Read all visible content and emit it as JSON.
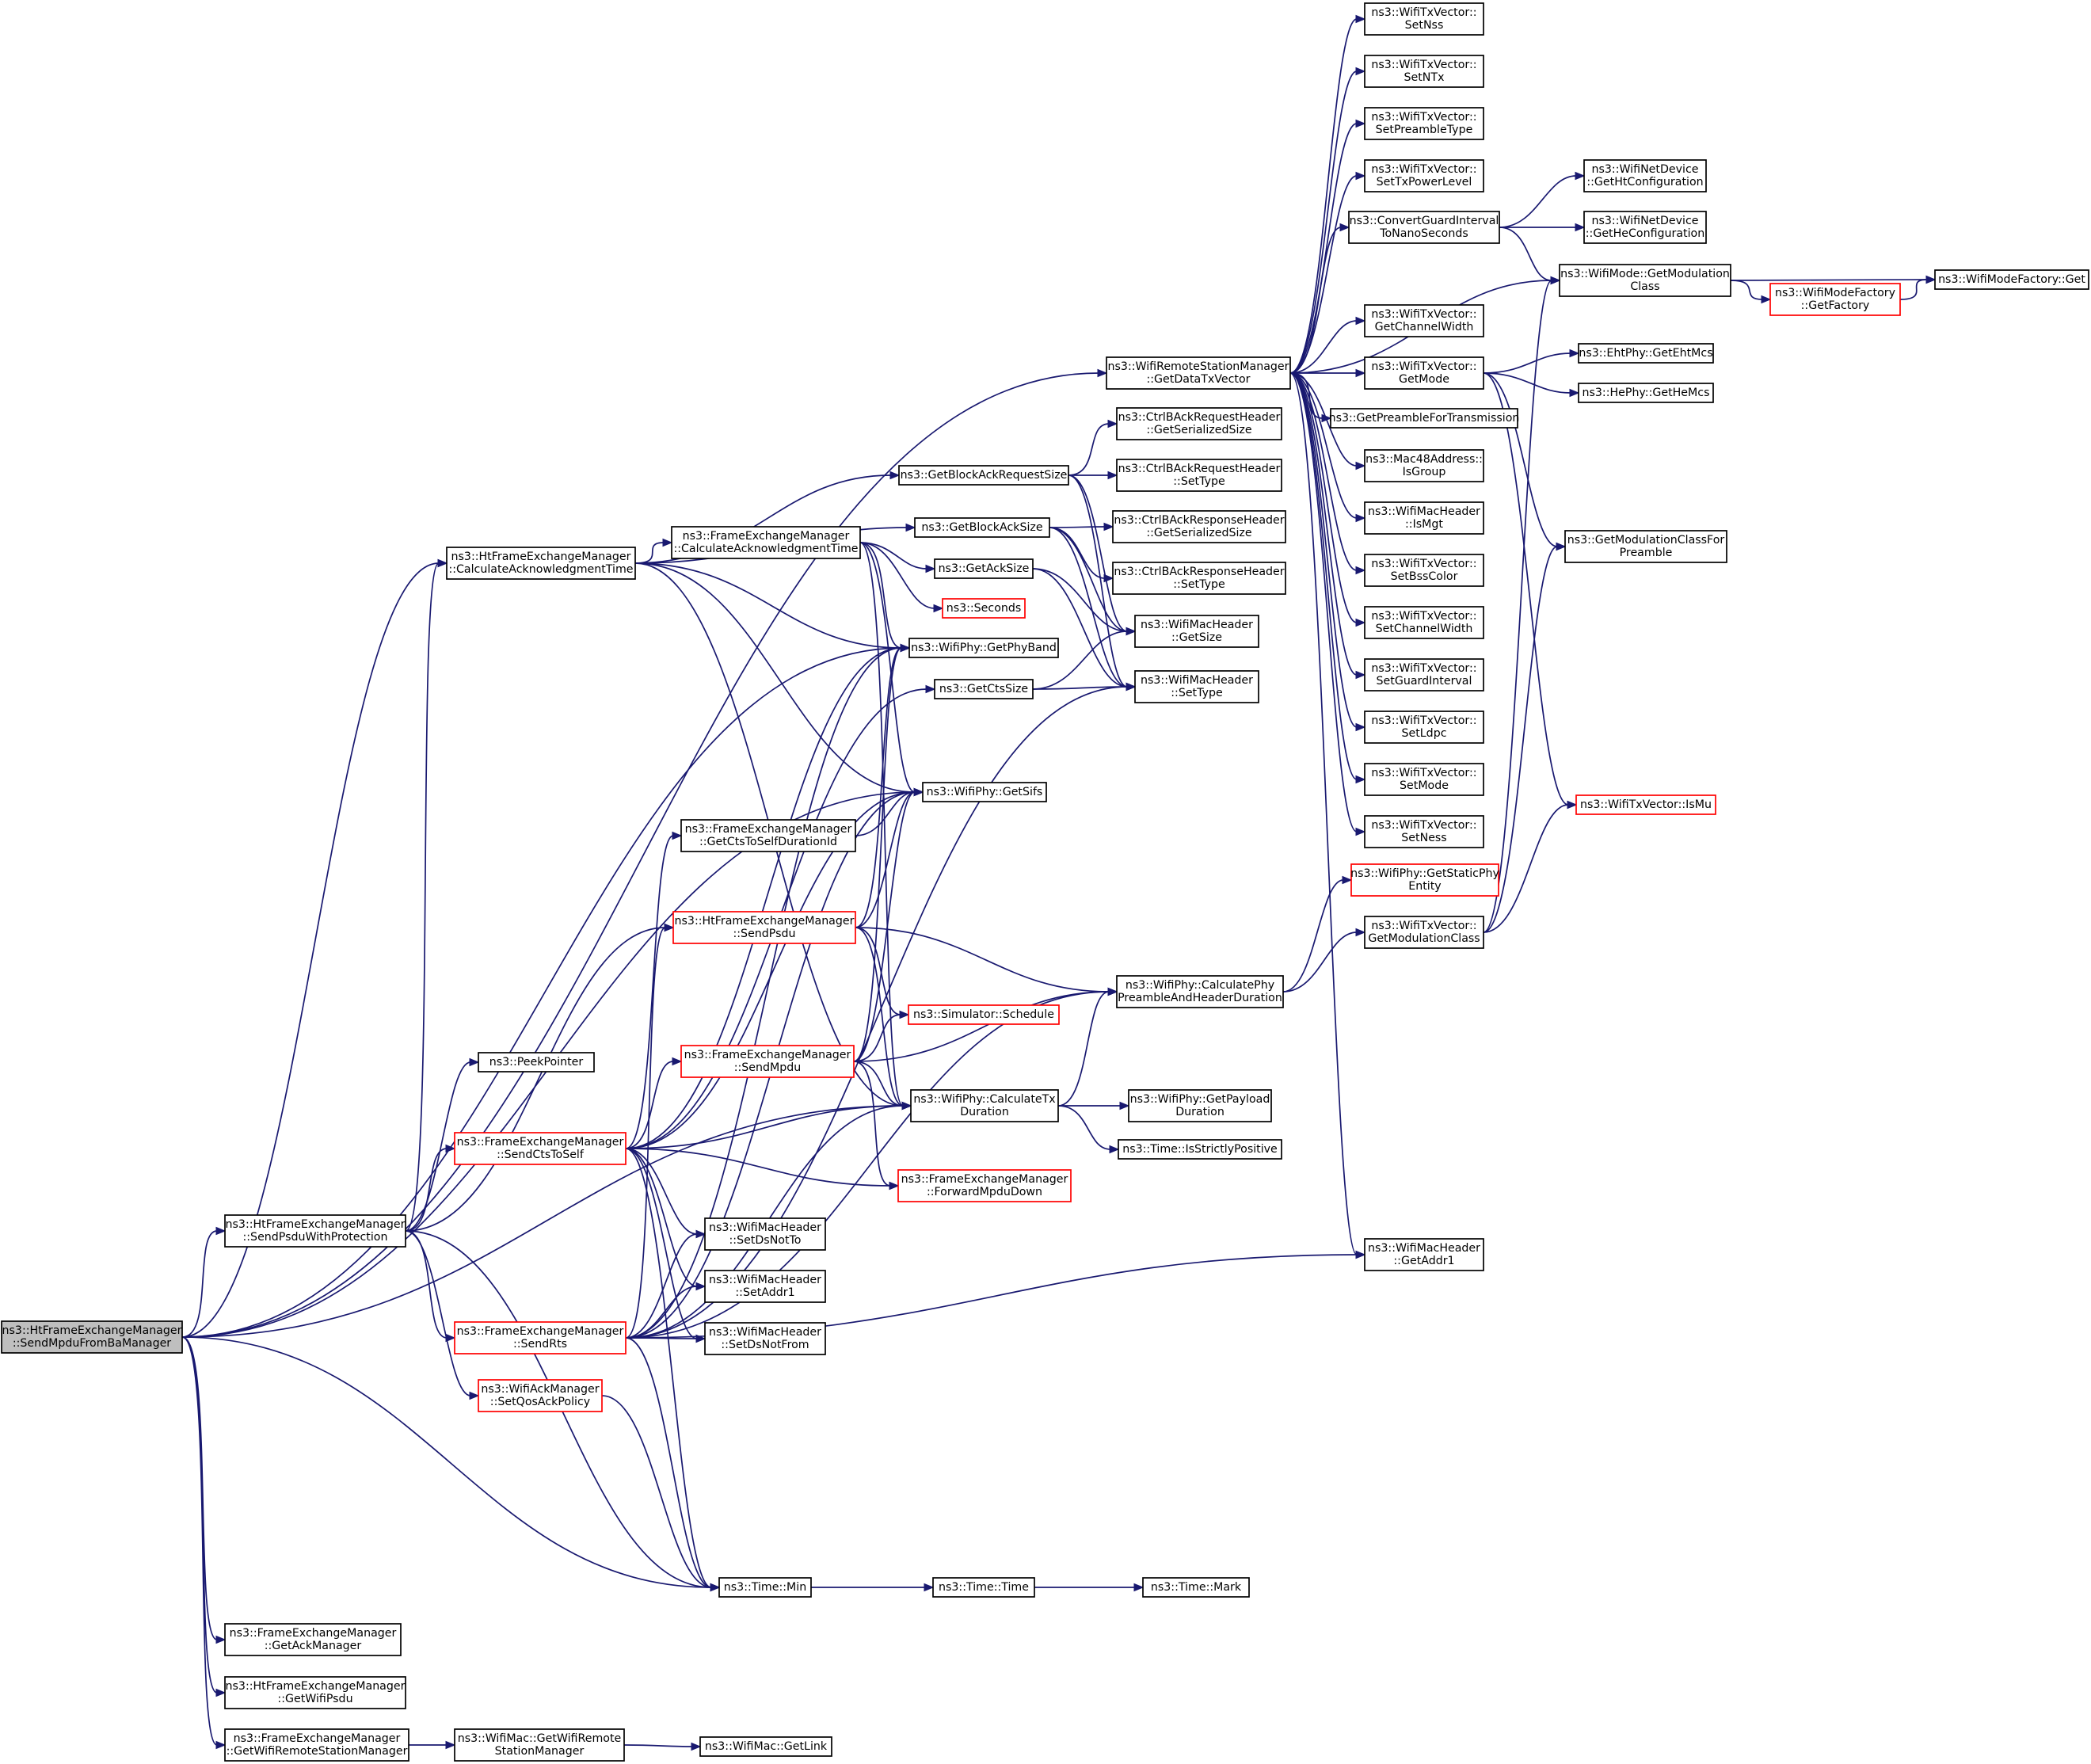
{
  "graph": {
    "type": "call-graph",
    "colors": {
      "edge": "#191970",
      "node_border": "#000000",
      "node_border_partial": "#ff0000",
      "root_fill": "#bfbfbf",
      "node_fill": "#ffffff",
      "background": "#ffffff"
    },
    "nodes": [
      {
        "id": "root",
        "lines": [
          "ns3::HtFrameExchangeManager",
          "::SendMpduFromBaManager"
        ],
        "style": "root"
      },
      {
        "id": "getDataTxVector",
        "lines": [
          "ns3::WifiRemoteStationManager",
          "::GetDataTxVector"
        ],
        "style": "normal"
      },
      {
        "id": "htCalcAck",
        "lines": [
          "ns3::HtFrameExchangeManager",
          "::CalculateAcknowledgmentTime"
        ],
        "style": "normal"
      },
      {
        "id": "sendPsduWithProt",
        "lines": [
          "ns3::HtFrameExchangeManager",
          "::SendPsduWithProtection"
        ],
        "style": "normal"
      },
      {
        "id": "getAckManager",
        "lines": [
          "ns3::FrameExchangeManager",
          "::GetAckManager"
        ],
        "style": "normal"
      },
      {
        "id": "getWifiPsdu",
        "lines": [
          "ns3::HtFrameExchangeManager",
          "::GetWifiPsdu"
        ],
        "style": "normal"
      },
      {
        "id": "getWifiRSM",
        "lines": [
          "ns3::FrameExchangeManager",
          "::GetWifiRemoteStationManager"
        ],
        "style": "normal"
      },
      {
        "id": "peekPointer",
        "lines": [
          "ns3::PeekPointer"
        ],
        "style": "normal"
      },
      {
        "id": "sendCtsToSelf",
        "lines": [
          "ns3::FrameExchangeManager",
          "::SendCtsToSelf"
        ],
        "style": "partial"
      },
      {
        "id": "sendRts",
        "lines": [
          "ns3::FrameExchangeManager",
          "::SendRts"
        ],
        "style": "partial"
      },
      {
        "id": "setQosAckPolicy",
        "lines": [
          "ns3::WifiAckManager",
          "::SetQosAckPolicy"
        ],
        "style": "partial"
      },
      {
        "id": "macGetWifiRSM",
        "lines": [
          "ns3::WifiMac::GetWifiRemote",
          "StationManager"
        ],
        "style": "normal"
      },
      {
        "id": "macGetLink",
        "lines": [
          "ns3::WifiMac::GetLink"
        ],
        "style": "normal"
      },
      {
        "id": "femCalcAck",
        "lines": [
          "ns3::FrameExchangeManager",
          "::CalculateAcknowledgmentTime"
        ],
        "style": "normal"
      },
      {
        "id": "getCtsToSelfDur",
        "lines": [
          "ns3::FrameExchangeManager",
          "::GetCtsToSelfDurationId"
        ],
        "style": "normal"
      },
      {
        "id": "htSendPsdu",
        "lines": [
          "ns3::HtFrameExchangeManager",
          "::SendPsdu"
        ],
        "style": "partial"
      },
      {
        "id": "femSendMpdu",
        "lines": [
          "ns3::FrameExchangeManager",
          "::SendMpdu"
        ],
        "style": "partial"
      },
      {
        "id": "setDsNotTo",
        "lines": [
          "ns3::WifiMacHeader",
          "::SetDsNotTo"
        ],
        "style": "normal"
      },
      {
        "id": "setAddr1",
        "lines": [
          "ns3::WifiMacHeader",
          "::SetAddr1"
        ],
        "style": "normal"
      },
      {
        "id": "setDsNotFrom",
        "lines": [
          "ns3::WifiMacHeader",
          "::SetDsNotFrom"
        ],
        "style": "normal"
      },
      {
        "id": "timeMin",
        "lines": [
          "ns3::Time::Min"
        ],
        "style": "normal"
      },
      {
        "id": "getBarSize",
        "lines": [
          "ns3::GetBlockAckRequestSize"
        ],
        "style": "normal"
      },
      {
        "id": "getBaSize",
        "lines": [
          "ns3::GetBlockAckSize"
        ],
        "style": "normal"
      },
      {
        "id": "getAckSize",
        "lines": [
          "ns3::GetAckSize"
        ],
        "style": "normal"
      },
      {
        "id": "seconds",
        "lines": [
          "ns3::Seconds"
        ],
        "style": "partial"
      },
      {
        "id": "getPhyBand",
        "lines": [
          "ns3::WifiPhy::GetPhyBand"
        ],
        "style": "normal"
      },
      {
        "id": "getCtsSize",
        "lines": [
          "ns3::GetCtsSize"
        ],
        "style": "normal"
      },
      {
        "id": "getSifs",
        "lines": [
          "ns3::WifiPhy::GetSifs"
        ],
        "style": "normal"
      },
      {
        "id": "schedule",
        "lines": [
          "ns3::Simulator::Schedule"
        ],
        "style": "partial"
      },
      {
        "id": "calcTxDur",
        "lines": [
          "ns3::WifiPhy::CalculateTx",
          "Duration"
        ],
        "style": "normal"
      },
      {
        "id": "forwardMpdu",
        "lines": [
          "ns3::FrameExchangeManager",
          "::ForwardMpduDown"
        ],
        "style": "partial"
      },
      {
        "id": "timeTime",
        "lines": [
          "ns3::Time::Time"
        ],
        "style": "normal"
      },
      {
        "id": "barGetSerSize",
        "lines": [
          "ns3::CtrlBAckRequestHeader",
          "::GetSerializedSize"
        ],
        "style": "normal"
      },
      {
        "id": "barSetType",
        "lines": [
          "ns3::CtrlBAckRequestHeader",
          "::SetType"
        ],
        "style": "normal"
      },
      {
        "id": "baRespGetSerSize",
        "lines": [
          "ns3::CtrlBAckResponseHeader",
          "::GetSerializedSize"
        ],
        "style": "normal"
      },
      {
        "id": "baRespSetType",
        "lines": [
          "ns3::CtrlBAckResponseHeader",
          "::SetType"
        ],
        "style": "normal"
      },
      {
        "id": "macHdrGetSize",
        "lines": [
          "ns3::WifiMacHeader",
          "::GetSize"
        ],
        "style": "normal"
      },
      {
        "id": "macHdrSetType",
        "lines": [
          "ns3::WifiMacHeader",
          "::SetType"
        ],
        "style": "normal"
      },
      {
        "id": "calcPhyPreamble",
        "lines": [
          "ns3::WifiPhy::CalculatePhy",
          "PreambleAndHeaderDuration"
        ],
        "style": "normal"
      },
      {
        "id": "getPayloadDur",
        "lines": [
          "ns3::WifiPhy::GetPayload",
          "Duration"
        ],
        "style": "normal"
      },
      {
        "id": "isStrictlyPos",
        "lines": [
          "ns3::Time::IsStrictlyPositive"
        ],
        "style": "normal"
      },
      {
        "id": "timeMark",
        "lines": [
          "ns3::Time::Mark"
        ],
        "style": "normal"
      },
      {
        "id": "setNss",
        "lines": [
          "ns3::WifiTxVector::",
          "SetNss"
        ],
        "style": "normal"
      },
      {
        "id": "setNTx",
        "lines": [
          "ns3::WifiTxVector::",
          "SetNTx"
        ],
        "style": "normal"
      },
      {
        "id": "setPreambleType",
        "lines": [
          "ns3::WifiTxVector::",
          "SetPreambleType"
        ],
        "style": "normal"
      },
      {
        "id": "setTxPowerLevel",
        "lines": [
          "ns3::WifiTxVector::",
          "SetTxPowerLevel"
        ],
        "style": "normal"
      },
      {
        "id": "convertGI",
        "lines": [
          "ns3::ConvertGuardInterval",
          "ToNanoSeconds"
        ],
        "style": "normal"
      },
      {
        "id": "getChannelWidth",
        "lines": [
          "ns3::WifiTxVector::",
          "GetChannelWidth"
        ],
        "style": "normal"
      },
      {
        "id": "txvGetMode",
        "lines": [
          "ns3::WifiTxVector::",
          "GetMode"
        ],
        "style": "normal"
      },
      {
        "id": "getPreambleForTx",
        "lines": [
          "ns3::GetPreambleForTransmission"
        ],
        "style": "normal"
      },
      {
        "id": "isGroup",
        "lines": [
          "ns3::Mac48Address::",
          "IsGroup"
        ],
        "style": "normal"
      },
      {
        "id": "isMgt",
        "lines": [
          "ns3::WifiMacHeader",
          "::IsMgt"
        ],
        "style": "normal"
      },
      {
        "id": "setBssColor",
        "lines": [
          "ns3::WifiTxVector::",
          "SetBssColor"
        ],
        "style": "normal"
      },
      {
        "id": "setChannelWidth",
        "lines": [
          "ns3::WifiTxVector::",
          "SetChannelWidth"
        ],
        "style": "normal"
      },
      {
        "id": "setGuardInterval",
        "lines": [
          "ns3::WifiTxVector::",
          "SetGuardInterval"
        ],
        "style": "normal"
      },
      {
        "id": "setLdpc",
        "lines": [
          "ns3::WifiTxVector::",
          "SetLdpc"
        ],
        "style": "normal"
      },
      {
        "id": "setMode",
        "lines": [
          "ns3::WifiTxVector::",
          "SetMode"
        ],
        "style": "normal"
      },
      {
        "id": "setNess",
        "lines": [
          "ns3::WifiTxVector::",
          "SetNess"
        ],
        "style": "normal"
      },
      {
        "id": "getStaticPhyEntity",
        "lines": [
          "ns3::WifiPhy::GetStaticPhy",
          "Entity"
        ],
        "style": "partial"
      },
      {
        "id": "txvGetModClass",
        "lines": [
          "ns3::WifiTxVector::",
          "GetModulationClass"
        ],
        "style": "normal"
      },
      {
        "id": "getAddr1",
        "lines": [
          "ns3::WifiMacHeader",
          "::GetAddr1"
        ],
        "style": "normal"
      },
      {
        "id": "getHtConfig",
        "lines": [
          "ns3::WifiNetDevice",
          "::GetHtConfiguration"
        ],
        "style": "normal"
      },
      {
        "id": "getHeConfig",
        "lines": [
          "ns3::WifiNetDevice",
          "::GetHeConfiguration"
        ],
        "style": "normal"
      },
      {
        "id": "modeGetModClass",
        "lines": [
          "ns3::WifiMode::GetModulation",
          "Class"
        ],
        "style": "normal"
      },
      {
        "id": "ehtGetMcs",
        "lines": [
          "ns3::EhtPhy::GetEhtMcs"
        ],
        "style": "normal"
      },
      {
        "id": "heGetMcs",
        "lines": [
          "ns3::HePhy::GetHeMcs"
        ],
        "style": "normal"
      },
      {
        "id": "getModClassForPreamble",
        "lines": [
          "ns3::GetModulationClassFor",
          "Preamble"
        ],
        "style": "normal"
      },
      {
        "id": "txvIsMu",
        "lines": [
          "ns3::WifiTxVector::IsMu"
        ],
        "style": "partial"
      },
      {
        "id": "modeFactoryGetFactory",
        "lines": [
          "ns3::WifiModeFactory",
          "::GetFactory"
        ],
        "style": "partial"
      },
      {
        "id": "modeFactoryGet",
        "lines": [
          "ns3::WifiModeFactory::Get"
        ],
        "style": "normal"
      }
    ],
    "edges": [
      [
        "root",
        "getDataTxVector"
      ],
      [
        "root",
        "htCalcAck"
      ],
      [
        "root",
        "getPhyBand"
      ],
      [
        "root",
        "getSifs"
      ],
      [
        "root",
        "sendPsduWithProt"
      ],
      [
        "root",
        "timeMin"
      ],
      [
        "root",
        "calcTxDur"
      ],
      [
        "root",
        "getAckManager"
      ],
      [
        "root",
        "getWifiPsdu"
      ],
      [
        "root",
        "getWifiRSM"
      ],
      [
        "htCalcAck",
        "femCalcAck"
      ],
      [
        "htCalcAck",
        "getBarSize"
      ],
      [
        "htCalcAck",
        "getBaSize"
      ],
      [
        "htCalcAck",
        "getPhyBand"
      ],
      [
        "htCalcAck",
        "getSifs"
      ],
      [
        "htCalcAck",
        "calcTxDur"
      ],
      [
        "sendPsduWithProt",
        "htCalcAck"
      ],
      [
        "sendPsduWithProt",
        "peekPointer"
      ],
      [
        "sendPsduWithProt",
        "sendCtsToSelf"
      ],
      [
        "sendPsduWithProt",
        "sendRts"
      ],
      [
        "sendPsduWithProt",
        "setQosAckPolicy"
      ],
      [
        "sendPsduWithProt",
        "htSendPsdu"
      ],
      [
        "sendPsduWithProt",
        "timeMin"
      ],
      [
        "getWifiRSM",
        "macGetWifiRSM"
      ],
      [
        "macGetWifiRSM",
        "macGetLink"
      ],
      [
        "femCalcAck",
        "getAckSize"
      ],
      [
        "femCalcAck",
        "seconds"
      ],
      [
        "femCalcAck",
        "getPhyBand"
      ],
      [
        "femCalcAck",
        "getSifs"
      ],
      [
        "femCalcAck",
        "calcTxDur"
      ],
      [
        "sendCtsToSelf",
        "getCtsToSelfDur"
      ],
      [
        "sendCtsToSelf",
        "getPhyBand"
      ],
      [
        "sendCtsToSelf",
        "getSifs"
      ],
      [
        "sendCtsToSelf",
        "getCtsSize"
      ],
      [
        "sendCtsToSelf",
        "femSendMpdu"
      ],
      [
        "sendCtsToSelf",
        "calcTxDur"
      ],
      [
        "sendCtsToSelf",
        "forwardMpdu"
      ],
      [
        "sendCtsToSelf",
        "setDsNotTo"
      ],
      [
        "sendCtsToSelf",
        "setAddr1"
      ],
      [
        "sendCtsToSelf",
        "setDsNotFrom"
      ],
      [
        "sendCtsToSelf",
        "timeMin"
      ],
      [
        "sendRts",
        "htSendPsdu"
      ],
      [
        "sendRts",
        "getPhyBand"
      ],
      [
        "sendRts",
        "getSifs"
      ],
      [
        "sendRts",
        "setDsNotTo"
      ],
      [
        "sendRts",
        "setAddr1"
      ],
      [
        "sendRts",
        "setDsNotFrom"
      ],
      [
        "sendRts",
        "calcTxDur"
      ],
      [
        "sendRts",
        "calcPhyPreamble"
      ],
      [
        "sendRts",
        "macHdrSetType"
      ],
      [
        "sendRts",
        "getAddr1"
      ],
      [
        "sendRts",
        "timeMin"
      ],
      [
        "setQosAckPolicy",
        "timeMin"
      ],
      [
        "getCtsToSelfDur",
        "getSifs"
      ],
      [
        "htSendPsdu",
        "getPhyBand"
      ],
      [
        "htSendPsdu",
        "getSifs"
      ],
      [
        "htSendPsdu",
        "schedule"
      ],
      [
        "htSendPsdu",
        "calcPhyPreamble"
      ],
      [
        "htSendPsdu",
        "calcTxDur"
      ],
      [
        "femSendMpdu",
        "getPhyBand"
      ],
      [
        "femSendMpdu",
        "getSifs"
      ],
      [
        "femSendMpdu",
        "schedule"
      ],
      [
        "femSendMpdu",
        "calcPhyPreamble"
      ],
      [
        "femSendMpdu",
        "calcTxDur"
      ],
      [
        "femSendMpdu",
        "forwardMpdu"
      ],
      [
        "timeMin",
        "timeTime"
      ],
      [
        "timeTime",
        "timeMark"
      ],
      [
        "getBarSize",
        "barGetSerSize"
      ],
      [
        "getBarSize",
        "barSetType"
      ],
      [
        "getBarSize",
        "macHdrGetSize"
      ],
      [
        "getBarSize",
        "macHdrSetType"
      ],
      [
        "getBaSize",
        "baRespGetSerSize"
      ],
      [
        "getBaSize",
        "baRespSetType"
      ],
      [
        "getBaSize",
        "macHdrGetSize"
      ],
      [
        "getBaSize",
        "macHdrSetType"
      ],
      [
        "getAckSize",
        "macHdrGetSize"
      ],
      [
        "getAckSize",
        "macHdrSetType"
      ],
      [
        "getCtsSize",
        "macHdrGetSize"
      ],
      [
        "getCtsSize",
        "macHdrSetType"
      ],
      [
        "calcTxDur",
        "calcPhyPreamble"
      ],
      [
        "calcTxDur",
        "getPayloadDur"
      ],
      [
        "calcTxDur",
        "isStrictlyPos"
      ],
      [
        "calcPhyPreamble",
        "getStaticPhyEntity"
      ],
      [
        "calcPhyPreamble",
        "txvGetModClass"
      ],
      [
        "getDataTxVector",
        "setNss"
      ],
      [
        "getDataTxVector",
        "setNTx"
      ],
      [
        "getDataTxVector",
        "setPreambleType"
      ],
      [
        "getDataTxVector",
        "setTxPowerLevel"
      ],
      [
        "getDataTxVector",
        "convertGI"
      ],
      [
        "getDataTxVector",
        "modeGetModClass"
      ],
      [
        "getDataTxVector",
        "getChannelWidth"
      ],
      [
        "getDataTxVector",
        "txvGetMode"
      ],
      [
        "getDataTxVector",
        "getPreambleForTx"
      ],
      [
        "getDataTxVector",
        "isGroup"
      ],
      [
        "getDataTxVector",
        "isMgt"
      ],
      [
        "getDataTxVector",
        "setBssColor"
      ],
      [
        "getDataTxVector",
        "setChannelWidth"
      ],
      [
        "getDataTxVector",
        "setGuardInterval"
      ],
      [
        "getDataTxVector",
        "setLdpc"
      ],
      [
        "getDataTxVector",
        "setMode"
      ],
      [
        "getDataTxVector",
        "setNess"
      ],
      [
        "getDataTxVector",
        "getAddr1"
      ],
      [
        "convertGI",
        "getHtConfig"
      ],
      [
        "convertGI",
        "getHeConfig"
      ],
      [
        "convertGI",
        "modeGetModClass"
      ],
      [
        "txvGetMode",
        "ehtGetMcs"
      ],
      [
        "txvGetMode",
        "heGetMcs"
      ],
      [
        "txvGetMode",
        "getModClassForPreamble"
      ],
      [
        "txvGetMode",
        "txvIsMu"
      ],
      [
        "txvGetModClass",
        "modeGetModClass"
      ],
      [
        "txvGetModClass",
        "getModClassForPreamble"
      ],
      [
        "txvGetModClass",
        "txvIsMu"
      ],
      [
        "modeGetModClass",
        "modeFactoryGetFactory"
      ],
      [
        "modeGetModClass",
        "modeFactoryGet"
      ],
      [
        "modeFactoryGetFactory",
        "modeFactoryGet"
      ]
    ]
  }
}
